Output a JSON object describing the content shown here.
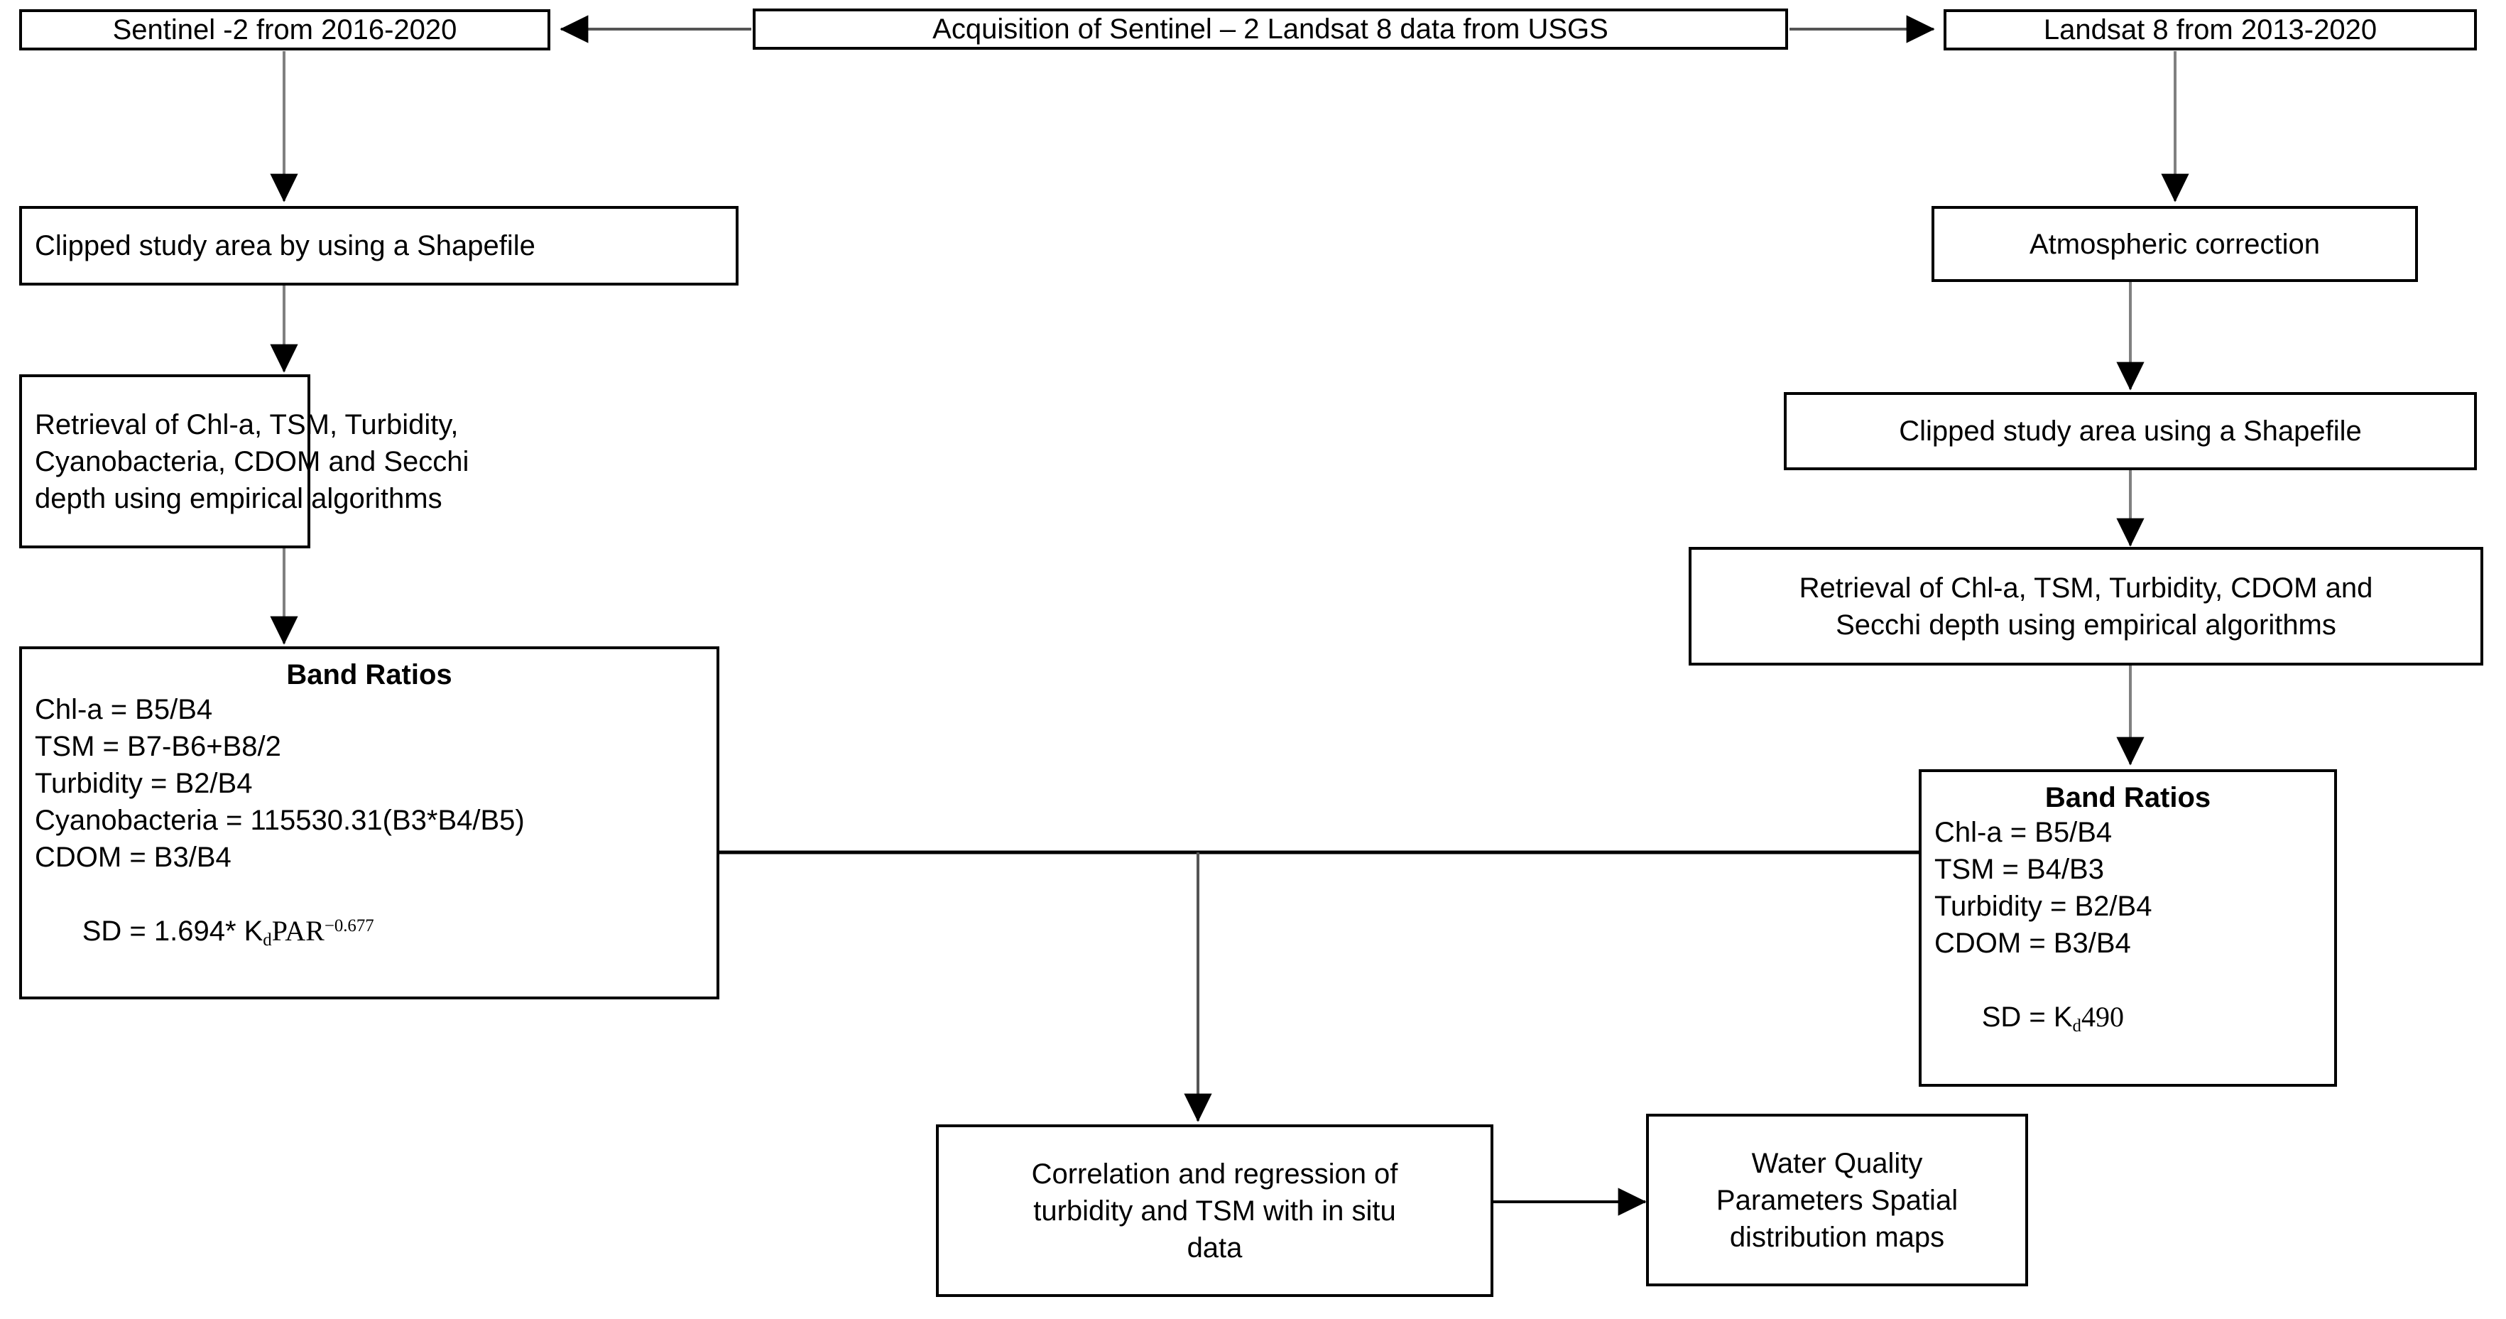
{
  "diagram": {
    "title": "Remote sensing water quality retrieval workflow",
    "stroke_color": "#000000",
    "background_color": "#ffffff"
  },
  "nodes": {
    "acquisition": {
      "text": "Acquisition of Sentinel – 2 Landsat 8 data from USGS"
    },
    "sentinel2_source": {
      "text": "Sentinel -2 from 2016-2020"
    },
    "landsat8_source": {
      "text": "Landsat 8 from 2013-2020"
    },
    "sentinel_clip": {
      "text": "Clipped study area by using a Shapefile"
    },
    "landsat_atmos": {
      "text": "Atmospheric correction"
    },
    "landsat_clip": {
      "text": "Clipped study area using a Shapefile"
    },
    "sentinel_retrieval": {
      "lines": [
        "Retrieval of Chl-a, TSM, Turbidity,",
        "Cyanobacteria, CDOM and Secchi",
        "depth using empirical algorithms"
      ]
    },
    "landsat_retrieval": {
      "lines": [
        "Retrieval of Chl-a, TSM, Turbidity, CDOM and",
        "Secchi depth using empirical algorithms"
      ]
    },
    "sentinel_band_ratios": {
      "title": "Band Ratios",
      "formulas": [
        "Chl-a = B5/B4",
        "TSM = B7-B6+B8/2",
        "Turbidity = B2/B4",
        "Cyanobacteria = 115530.31(B3*B4/B5)",
        "CDOM = B3/B4"
      ],
      "sd_prefix": "SD = 1.694* K",
      "sd_sub": "d",
      "sd_mid": "PAR",
      "sd_sup": "−0.677"
    },
    "landsat_band_ratios": {
      "title": "Band Ratios",
      "formulas": [
        "Chl-a = B5/B4",
        "TSM = B4/B3",
        "Turbidity = B2/B4",
        "CDOM = B3/B4"
      ],
      "sd_prefix": "SD = K",
      "sd_sub": "d",
      "sd_mid": "490",
      "sd_sup": ""
    },
    "correlation": {
      "lines": [
        "Correlation and regression of",
        "turbidity and TSM with in situ",
        "data"
      ]
    },
    "output_maps": {
      "lines": [
        "Water Quality",
        "Parameters Spatial",
        "distribution maps"
      ]
    }
  },
  "edges": [
    {
      "name": "acquisition-to-sentinel2",
      "kind": "arrow"
    },
    {
      "name": "acquisition-to-landsat8",
      "kind": "arrow"
    },
    {
      "name": "sentinel2-to-clip",
      "kind": "arrow"
    },
    {
      "name": "sentinel-clip-to-retrieval",
      "kind": "arrow"
    },
    {
      "name": "sentinel-retrieval-to-bandratios",
      "kind": "arrow"
    },
    {
      "name": "landsat8-to-atmospheric",
      "kind": "arrow"
    },
    {
      "name": "landsat-atmos-to-clip",
      "kind": "arrow"
    },
    {
      "name": "landsat-clip-to-retrieval",
      "kind": "arrow"
    },
    {
      "name": "landsat-retrieval-to-bandratios",
      "kind": "arrow"
    },
    {
      "name": "sentinel-bandratios-to-landsat-bandratios",
      "kind": "line"
    },
    {
      "name": "bandratios-junction-to-correlation",
      "kind": "arrow"
    },
    {
      "name": "correlation-to-output-maps",
      "kind": "arrow"
    }
  ]
}
